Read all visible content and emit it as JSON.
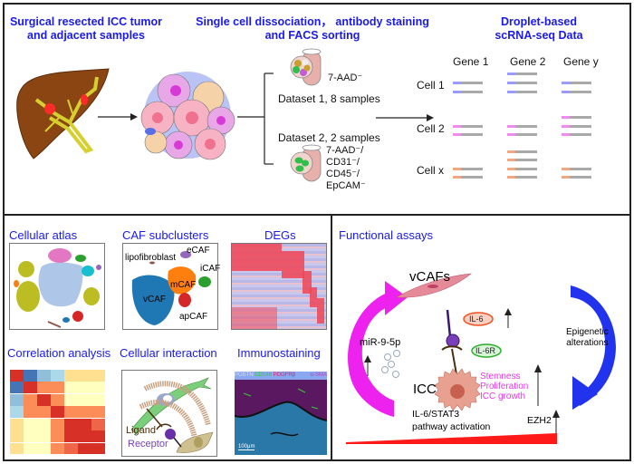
{
  "top": {
    "step1_title": [
      "Surgical resected ICC tumor",
      "and adjacent samples"
    ],
    "step2_title": [
      "Single cell dissociation， antibody staining",
      "and FACS sorting"
    ],
    "step3_title": [
      "Droplet-based",
      "scRNA-seq Data"
    ],
    "dataset1": {
      "marker": "7-AAD⁻",
      "label": "Dataset 1, 8 samples"
    },
    "dataset2": {
      "label": "Dataset 2, 2 samples",
      "markers": [
        "7-AAD⁻/",
        "CD31⁻/",
        "CD45⁻/",
        "EpCAM⁻"
      ]
    },
    "genes": [
      "Gene 1",
      "Gene 2",
      "Gene y"
    ],
    "cells": [
      "Cell 1",
      "Cell 2",
      "Cell x"
    ],
    "cell_colors": {
      "cell1": "#9a9aff",
      "cell2": "#f08cf0",
      "cellx": "#f0a882"
    }
  },
  "bottom_left": {
    "panels": [
      {
        "title": "Cellular atlas"
      },
      {
        "title": "CAF subclusters",
        "labels": [
          "lipofibroblast",
          "eCAF",
          "iCAF",
          "mCAF",
          "vCAF",
          "apCAF"
        ]
      },
      {
        "title": "DEGs"
      },
      {
        "title": "Correlation analysis"
      },
      {
        "title": "Cellular interaction",
        "labels": [
          "Ligand",
          "Receptor"
        ]
      },
      {
        "title": "Immunostaining",
        "stain_legend": [
          "POSTN",
          "CD146",
          "PDGFRβ",
          "",
          "α-SMA"
        ],
        "scale": "100μm"
      }
    ]
  },
  "bottom_right": {
    "title": "Functional assays",
    "vcafs": "vCAFs",
    "il6": "IL-6",
    "il6r": "IL-6R",
    "icc": "ICC",
    "mir": "miR-9-5p",
    "outcomes": [
      "Stemness",
      "Proliferation",
      "ICC growth"
    ],
    "pathway": [
      "IL-6/STAT3",
      "pathway activation"
    ],
    "ezh2": "EZH2",
    "epigenetic": [
      "Epigenetic",
      "alterations"
    ]
  }
}
